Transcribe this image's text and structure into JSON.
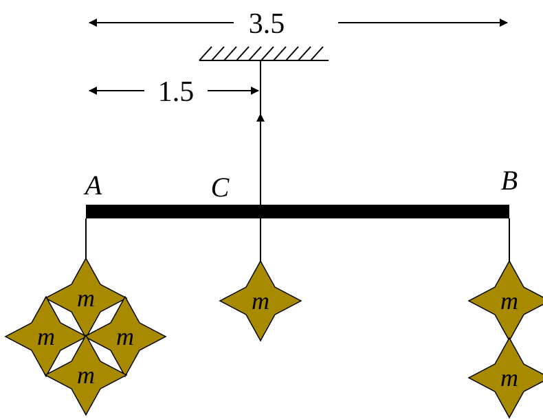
{
  "dimensions": {
    "total_length": "3.5",
    "support_offset": "1.5"
  },
  "points": {
    "a": "A",
    "b": "B",
    "c": "C"
  },
  "masses": {
    "symbol": "m",
    "at_a": 4,
    "at_c": 1,
    "at_b": 2
  },
  "colors": {
    "mass_fill": "#a88a00",
    "beam": "#000000"
  }
}
